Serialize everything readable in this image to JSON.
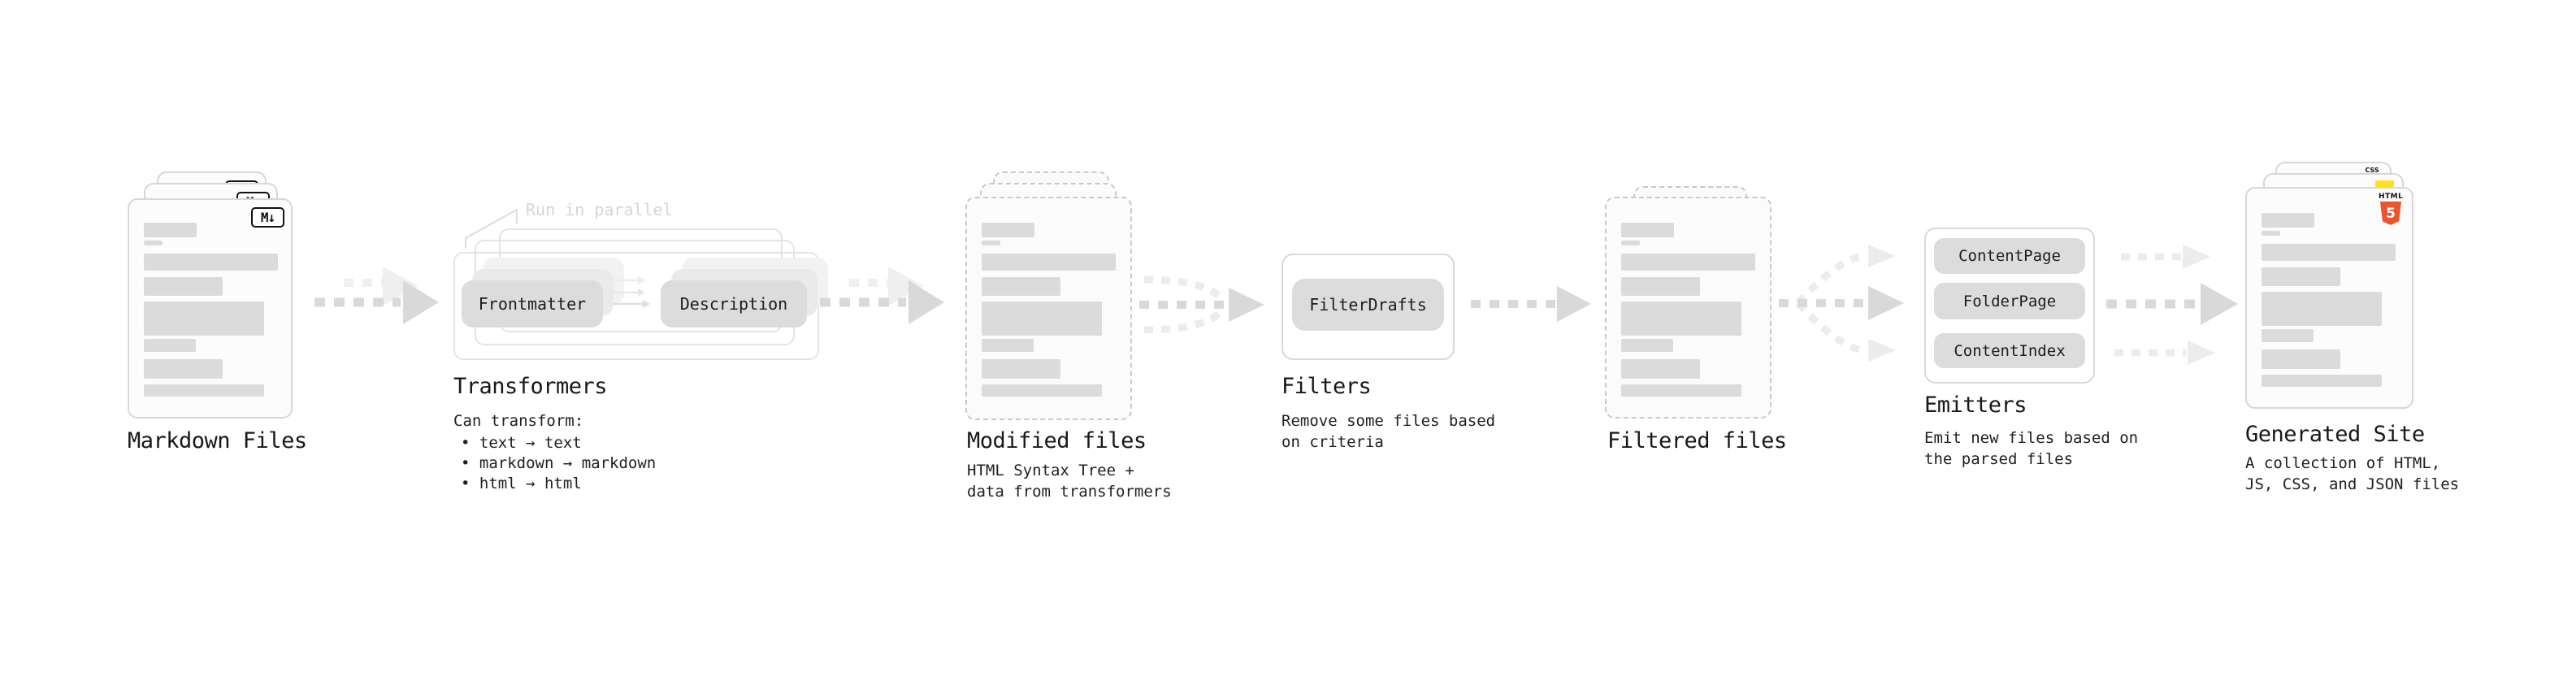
{
  "canvas": {
    "background": "#ffffff"
  },
  "colors": {
    "card_border": "#d7d7d7",
    "dashed_border": "#c9c9c9",
    "placeholder_bar": "#dbdbdb",
    "pill_bg": "#dcdcdc",
    "outline_box": "#e4e4e4",
    "arrow_main": "#d9d9d9",
    "arrow_ghost": "#ececec",
    "text": "#1c1c1c",
    "muted_text": "#d5d5d5",
    "html5_orange": "#e8552e",
    "js_yellow": "#ffdf1e",
    "css_blue": "#2563eb"
  },
  "nodes": {
    "markdown_files": {
      "label": "Markdown Files",
      "badge": "M↓"
    },
    "transformers": {
      "label": "Transformers",
      "callout": "Run in parallel",
      "pill_left": "Frontmatter",
      "pill_right": "Description",
      "desc_heading": "Can transform:",
      "bullets": [
        "• text → text",
        "• markdown → markdown",
        "• html → html"
      ]
    },
    "modified_files": {
      "label": "Modified files",
      "desc": "HTML Syntax Tree +\ndata from transformers"
    },
    "filters": {
      "label": "Filters",
      "pill": "FilterDrafts",
      "desc": "Remove some files based\non criteria"
    },
    "filtered_files": {
      "label": "Filtered files"
    },
    "emitters": {
      "label": "Emitters",
      "pills": [
        "ContentPage",
        "FolderPage",
        "ContentIndex"
      ],
      "desc": "Emit new files based on\nthe parsed files"
    },
    "generated_site": {
      "label": "Generated Site",
      "desc": "A collection of HTML,\nJS, CSS, and JSON files",
      "html_logo_text": "HTML",
      "html_logo_number": "5",
      "css_logo_text": "CSS"
    }
  }
}
